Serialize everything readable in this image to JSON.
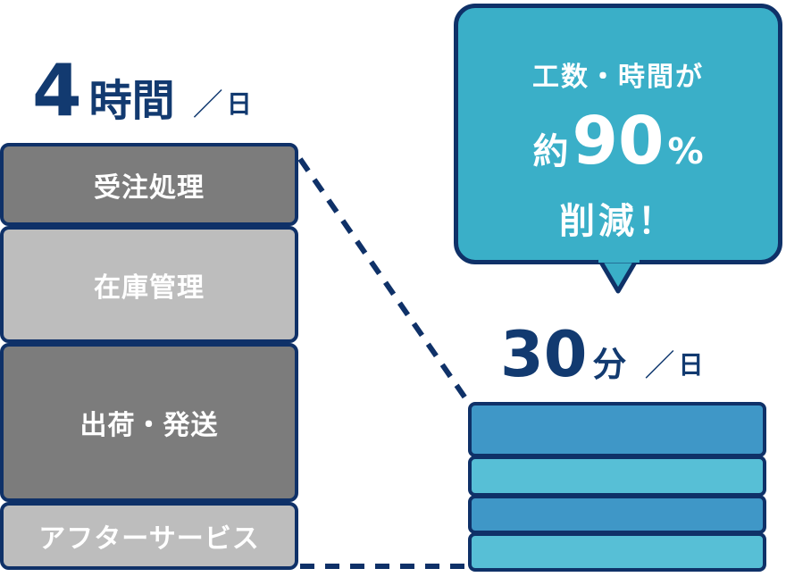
{
  "left": {
    "number": "4",
    "unit": "時間",
    "slash": "／",
    "per": "日",
    "blocks": [
      {
        "label": "受注処理",
        "tone": "dark"
      },
      {
        "label": "在庫管理",
        "tone": "light"
      },
      {
        "label": "出荷・発送",
        "tone": "dark"
      },
      {
        "label": "アフターサービス",
        "tone": "light"
      }
    ]
  },
  "right": {
    "number": "30",
    "unit": "分",
    "slash": "／",
    "per": "日",
    "block_count": 4
  },
  "bubble": {
    "line1": "工数・時間が",
    "prefix": "約",
    "number": "90",
    "percent": "%",
    "line3": "削減！"
  },
  "colors": {
    "navy": "#0f3168",
    "bubble": "#3aafc8",
    "gray_dark": "#7c7c7c",
    "gray_light": "#bdbdbd",
    "blue_dark": "#3f97c7",
    "blue_light": "#57bfd6"
  }
}
